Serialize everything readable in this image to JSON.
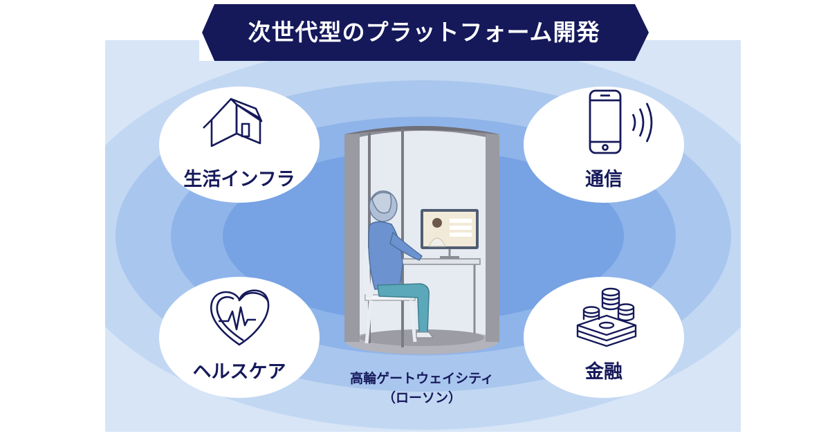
{
  "banner": {
    "title": "次世代型のプラットフォーム開発"
  },
  "categories": {
    "infrastructure": {
      "label": "生活インフラ",
      "icon": "house-icon"
    },
    "telecom": {
      "label": "通信",
      "icon": "smartphone-signal-icon"
    },
    "healthcare": {
      "label": "ヘルスケア",
      "icon": "heart-pulse-icon"
    },
    "finance": {
      "label": "金融",
      "icon": "coins-cash-icon"
    }
  },
  "center": {
    "label_line1": "高輪ゲートウェイシティ",
    "label_line2": "（ローソン）",
    "illustration": "telemedicine-booth-illustration"
  },
  "colors": {
    "navy": "#15195a",
    "panel": "#d7e5f7",
    "ring_inner": "#77a2e4",
    "booth_gray": "#9a9aa2"
  }
}
